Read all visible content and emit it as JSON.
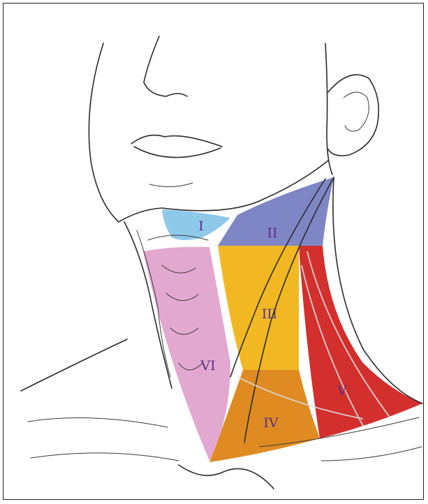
{
  "diagram": {
    "colors": {
      "level_I": "#8ec9ea",
      "level_II": "#7f86c6",
      "level_III": "#f2b824",
      "level_IV": "#df8b22",
      "level_V": "#d22f2d",
      "level_VI": "#e3a8cf",
      "label": "#5a2f8a",
      "outline": "#2a2a2a"
    },
    "levels": [
      {
        "id": "I",
        "label": "I"
      },
      {
        "id": "II",
        "label": "II"
      },
      {
        "id": "III",
        "label": "III"
      },
      {
        "id": "IV",
        "label": "IV"
      },
      {
        "id": "V",
        "label": "V"
      },
      {
        "id": "VI",
        "label": "VI"
      }
    ]
  }
}
